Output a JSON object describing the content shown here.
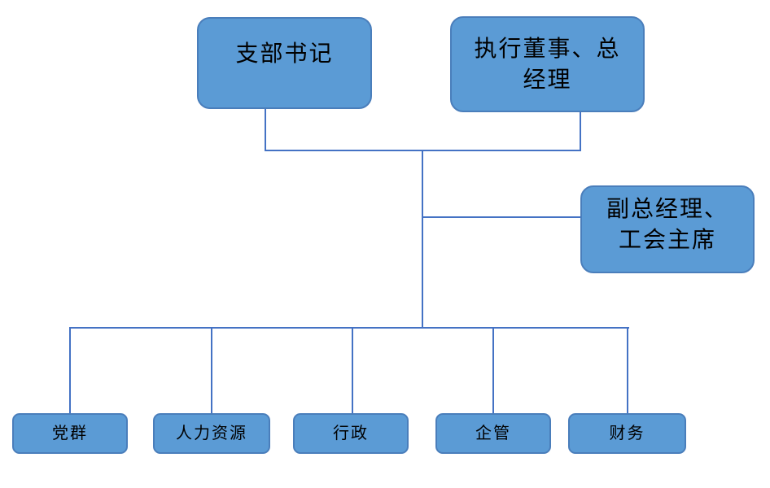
{
  "chart": {
    "type": "org-chart",
    "background": "#ffffff",
    "colors": {
      "node_fill": "#5b9bd5",
      "node_border": "#4a7ebb",
      "connector": "#4472c4",
      "text": "#000000"
    },
    "nodes": {
      "branch_secretary": {
        "label": "支部书记"
      },
      "executive_director_gm": {
        "label": "执行董事、总\n经理"
      },
      "deputy_gm_union_chairman": {
        "label": "副总经理、\n工会主席"
      },
      "party_mass": {
        "label": "党群"
      },
      "human_resources": {
        "label": "人力资源"
      },
      "administration": {
        "label": "行政"
      },
      "enterprise_management": {
        "label": "企管"
      },
      "finance": {
        "label": "财务"
      }
    },
    "structure": {
      "top_row": [
        "branch_secretary",
        "executive_director_gm"
      ],
      "middle_row": [
        "deputy_gm_union_chairman"
      ],
      "bottom_row": [
        "party_mass",
        "human_resources",
        "administration",
        "enterprise_management",
        "finance"
      ]
    }
  }
}
